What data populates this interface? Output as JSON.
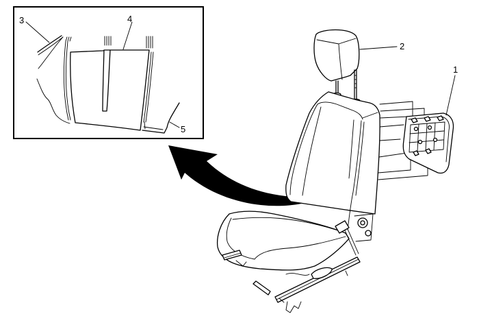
{
  "diagram": {
    "type": "service-illustration",
    "subject": "seat-back-panel-removal",
    "callouts": [
      {
        "id": "1",
        "label": "1",
        "target": "seat-back-panel"
      },
      {
        "id": "2",
        "label": "2",
        "target": "headrest"
      },
      {
        "id": "3",
        "label": "3",
        "target": "seat-back-trim-edge"
      },
      {
        "id": "4",
        "label": "4",
        "target": "seat-back-trim-cover"
      },
      {
        "id": "5",
        "label": "5",
        "target": "trim-retainer-clip"
      }
    ],
    "detail_view": {
      "border_color": "#000000",
      "arrow_direction": "from-seat-to-detail"
    },
    "colors": {
      "line": "#000000",
      "background": "#ffffff"
    }
  }
}
